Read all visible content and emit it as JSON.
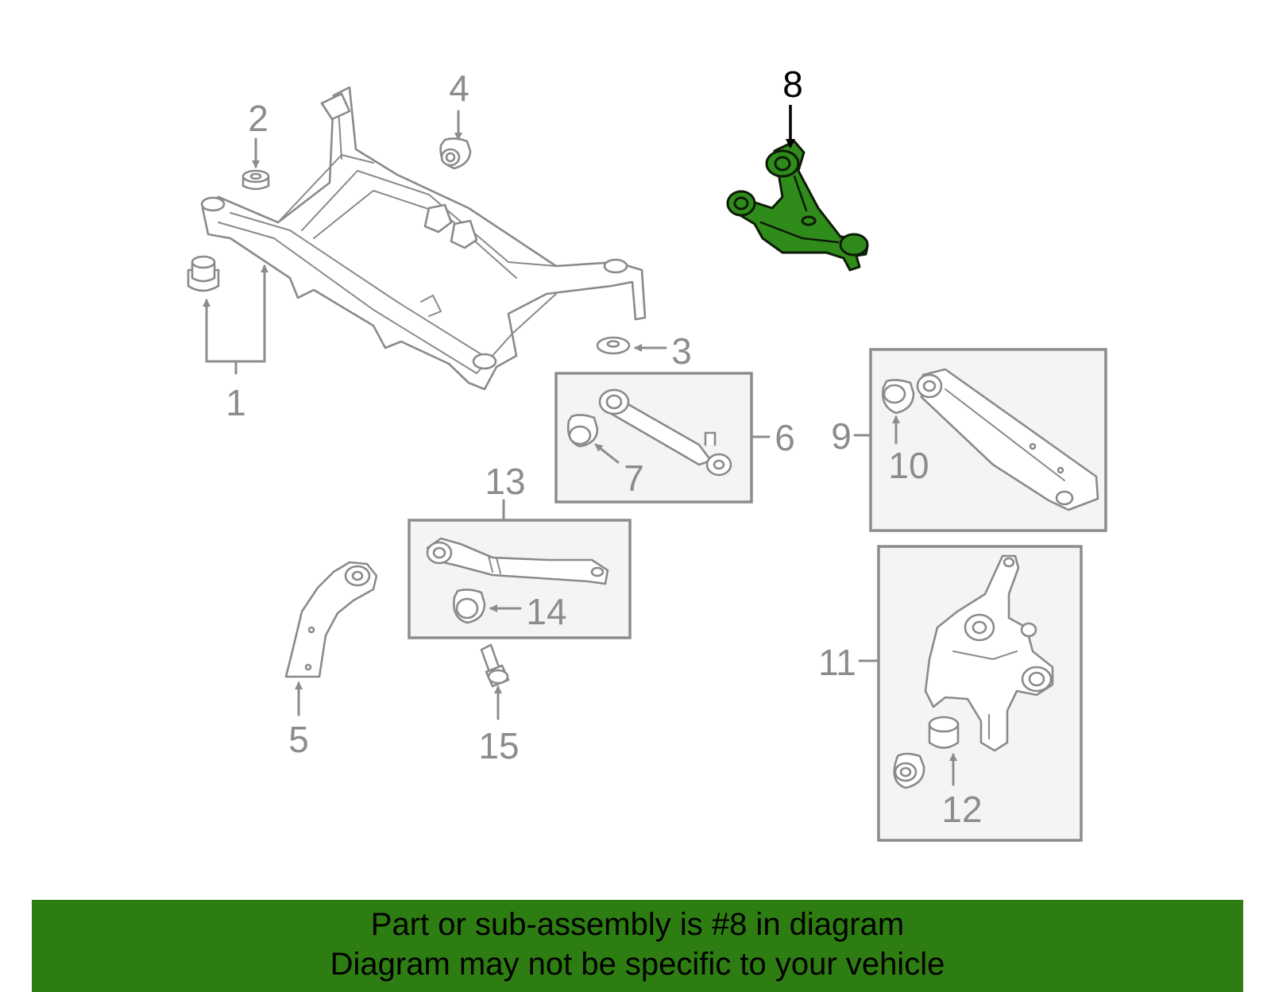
{
  "diagram": {
    "highlight_color": "#2e8b1a",
    "banner_color": "#2e7d12",
    "callouts": [
      "1",
      "2",
      "3",
      "4",
      "5",
      "6",
      "7",
      "8",
      "9",
      "10",
      "11",
      "12",
      "13",
      "14",
      "15"
    ],
    "highlighted_part": "8"
  },
  "banner": {
    "line1": "Part or sub-assembly is #8 in diagram",
    "line2": "Diagram may not be specific to your vehicle"
  }
}
